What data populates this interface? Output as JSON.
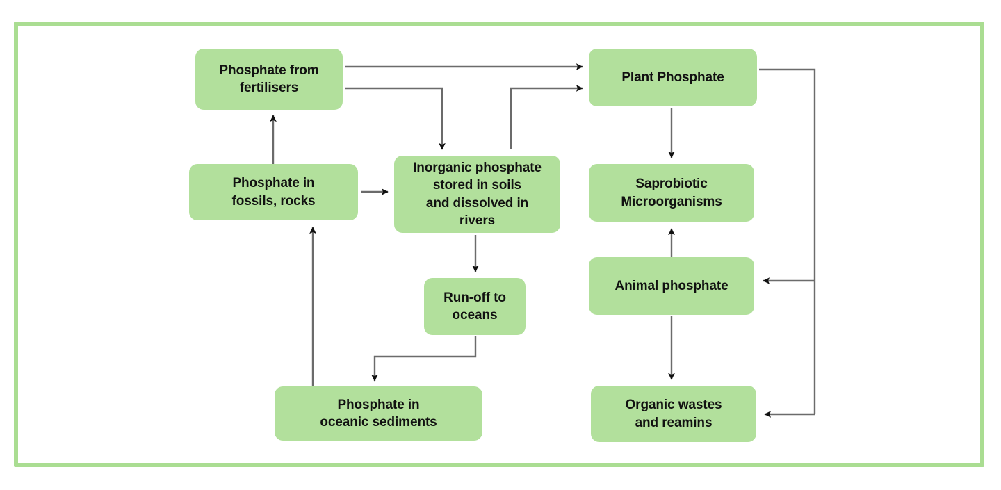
{
  "diagram": {
    "title": "Phosphorus cycle flow diagram",
    "frame_color": "#aadd92",
    "node_fill": "#b2e09c",
    "edge_color": "#555555",
    "text_color": "#111111",
    "nodes": [
      {
        "id": "fertilisers",
        "label": "Phosphate from\nfertilisers"
      },
      {
        "id": "fossils",
        "label": "Phosphate in\nfossils, rocks"
      },
      {
        "id": "inorganic",
        "label": "Inorganic phosphate\nstored in soils\nand dissolved in\nrivers"
      },
      {
        "id": "runoff",
        "label": "Run-off to\noceans"
      },
      {
        "id": "sediments",
        "label": "Phosphate in\noceanic sediments"
      },
      {
        "id": "plant",
        "label": "Plant Phosphate"
      },
      {
        "id": "saprobiotic",
        "label": "Saprobiotic\nMicroorganisms"
      },
      {
        "id": "animal",
        "label": "Animal phosphate"
      },
      {
        "id": "organic",
        "label": "Organic wastes\nand reamins"
      }
    ],
    "edges": [
      {
        "id": "e1",
        "from": "fertilisers",
        "to": "plant",
        "kind": "arrow"
      },
      {
        "id": "e2",
        "from": "fertilisers",
        "to": "inorganic",
        "kind": "arrow"
      },
      {
        "id": "e3",
        "from": "fossils",
        "to": "fertilisers",
        "kind": "arrow"
      },
      {
        "id": "e4",
        "from": "fossils",
        "to": "inorganic",
        "kind": "arrow"
      },
      {
        "id": "e5",
        "from": "inorganic",
        "to": "plant",
        "kind": "arrow"
      },
      {
        "id": "e6",
        "from": "inorganic",
        "to": "runoff",
        "kind": "arrow"
      },
      {
        "id": "e7",
        "from": "runoff",
        "to": "sediments",
        "kind": "arrow"
      },
      {
        "id": "e8",
        "from": "sediments",
        "to": "fossils",
        "kind": "arrow"
      },
      {
        "id": "e9",
        "from": "plant",
        "to": "saprobiotic",
        "kind": "arrow"
      },
      {
        "id": "e10",
        "from": "plant",
        "to": "animal",
        "kind": "arrow"
      },
      {
        "id": "e11",
        "from": "plant",
        "to": "organic",
        "kind": "arrow"
      },
      {
        "id": "e12",
        "from": "animal",
        "to": "saprobiotic",
        "kind": "arrow"
      },
      {
        "id": "e13",
        "from": "animal",
        "to": "organic",
        "kind": "arrow"
      }
    ]
  }
}
